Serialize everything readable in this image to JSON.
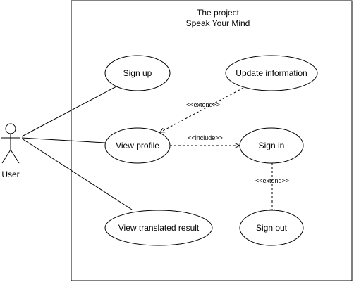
{
  "system": {
    "title_line1": "The project",
    "title_line2": "Speak Your Mind"
  },
  "actor": {
    "label": "User"
  },
  "use_cases": {
    "sign_up": "Sign up",
    "view_profile": "View profile",
    "view_translated_result": "View translated result",
    "update_information": "Update information",
    "sign_in": "Sign in",
    "sign_out": "Sign out"
  },
  "relations": {
    "extend_update": "<<extend>>",
    "include_sign_in": "<<include>>",
    "extend_sign_out": "<<extend>>"
  }
}
